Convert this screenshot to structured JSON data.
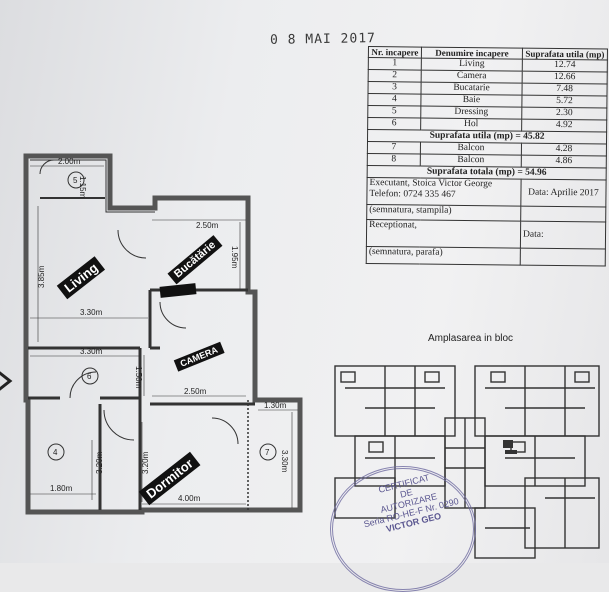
{
  "stamp_date": "0 8 MAI 2017",
  "table": {
    "headers": [
      "Nr. incapere",
      "Denumire incapere",
      "Suprafata utila (mp)"
    ],
    "rows": [
      [
        "1",
        "Living",
        "12.74"
      ],
      [
        "2",
        "Camera",
        "12.66"
      ],
      [
        "3",
        "Bucatarie",
        "7.48"
      ],
      [
        "4",
        "Baie",
        "5.72"
      ],
      [
        "5",
        "Dressing",
        "2.30"
      ],
      [
        "6",
        "Hol",
        "4.92"
      ]
    ],
    "useful_total": "Suprafata utila (mp)  = 45.82",
    "balcony_rows": [
      [
        "7",
        "Balcon",
        "4.28"
      ],
      [
        "8",
        "Balcon",
        "4.86"
      ]
    ],
    "grand_total": "Suprafata totala (mp) = 54.96",
    "executant": "Executant, Stoica Victor George",
    "phone": "Telefon: 0724 335 467",
    "date": "Data: Aprilie 2017",
    "signature_stamp": "(semnatura, stampila)",
    "receptionat": "Receptionat,",
    "data_label": "Data:",
    "signature_seal": "(semnatura, parafa)"
  },
  "plan": {
    "labels": {
      "living": "Living",
      "bucatarie": "Bucătărie",
      "camera": "CAMERA",
      "dormitor": "Dormitor"
    },
    "room_numbers": [
      "5",
      "6",
      "4",
      "7"
    ],
    "dimensions": {
      "d1": "2.00m",
      "d2": "1.15m",
      "d3": "2.50m",
      "d4": "1.95m",
      "d5": "3.85m",
      "d6": "3.30m",
      "d7": "3.30m",
      "d8": "1.50m",
      "d9": "2.50m",
      "d10": "1.30m",
      "d11": "3.20m",
      "d12": "3.20m",
      "d13": "3.30m",
      "d14": "1.80m",
      "d15": "4.00m"
    }
  },
  "location_title": "Amplasarea in bloc",
  "seal": {
    "line1": "CERTIFICAT",
    "line2": "DE",
    "line3": "AUTORIZARE",
    "line4": "Seria RO-HE-F  Nr. 0290",
    "line5": "VICTOR GEO"
  },
  "colors": {
    "ink": "#222222",
    "seal": "#5a5690",
    "label_bg": "#111111"
  }
}
